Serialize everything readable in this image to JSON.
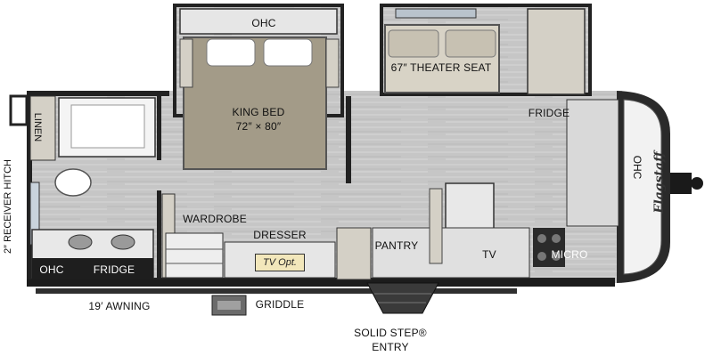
{
  "labels": {
    "ohc_bedroom": "OHC",
    "theater_seat": "67″ THEATER SEAT",
    "king_bed": "KING BED",
    "king_bed_size": "72″ × 80″",
    "fridge_front": "FRIDGE",
    "ohc_front": "OHC",
    "linen": "LINEN",
    "receiver_hitch": "2″ RECEIVER HITCH",
    "wardrobe": "WARDROBE",
    "dresser": "DRESSER",
    "tv_opt": "TV Opt.",
    "pantry": "PANTRY",
    "tv": "TV",
    "micro": "MICRO",
    "ohc_bath": "OHC",
    "fridge_outdoor": "FRIDGE",
    "awning": "19′ AWNING",
    "griddle": "GRIDDLE",
    "solid_step": "SOLID STEP®",
    "entry": "ENTRY",
    "brand": "Flagstaff"
  },
  "colors": {
    "floor": "#c9c9c9",
    "wall": "#222222",
    "bed": "#a39b88",
    "cabinet": "#d4d0c6",
    "counter": "#e8e8e8",
    "tv_badge": "#f2e7bb"
  }
}
